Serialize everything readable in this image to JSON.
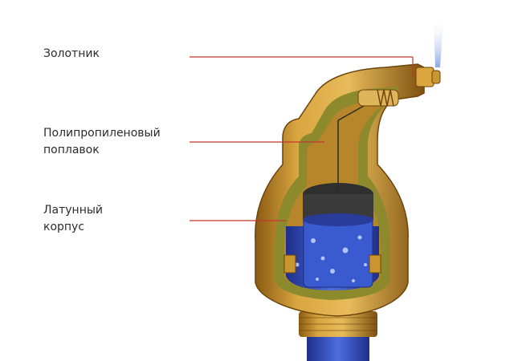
{
  "labels": {
    "spool": "Золотник",
    "float_line1": "Полипропиленовый",
    "float_line2": "поплавок",
    "body_line1": "Латунный",
    "body_line2": "корпус"
  },
  "colors": {
    "leader": "#c0392b",
    "brass": "#c9962f",
    "brass_dark": "#8a5a12",
    "felt": "#8d8a2e",
    "water": "#2e4fc4",
    "float_top": "#2f2f2f",
    "spray": "#9fb8e8"
  }
}
